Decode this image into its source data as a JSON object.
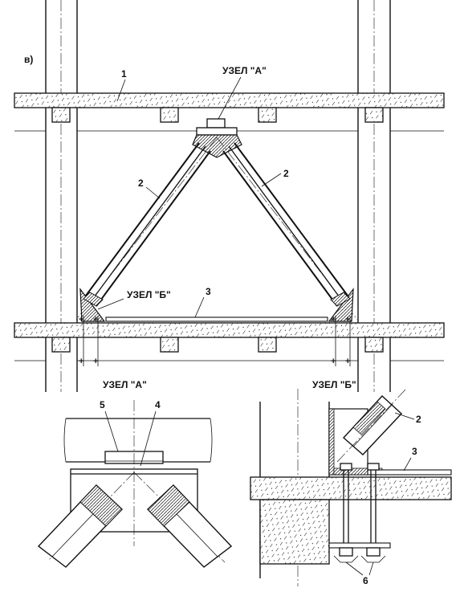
{
  "diagram": {
    "panel_letter": "в)",
    "node_a_title": "УЗЕЛ \"А\"",
    "node_b_title": "УЗЕЛ \"Б\"",
    "callouts": {
      "n1": "1",
      "n2_left": "2",
      "n2_right": "2",
      "n3": "3",
      "node_b_label": "УЗЕЛ \"Б\""
    },
    "detail_a": {
      "title": "УЗЕЛ \"А\"",
      "n4": "4",
      "n5": "5"
    },
    "detail_b": {
      "title": "УЗЕЛ \"Б\"",
      "n2": "2",
      "n3": "3",
      "n6": "6"
    }
  }
}
